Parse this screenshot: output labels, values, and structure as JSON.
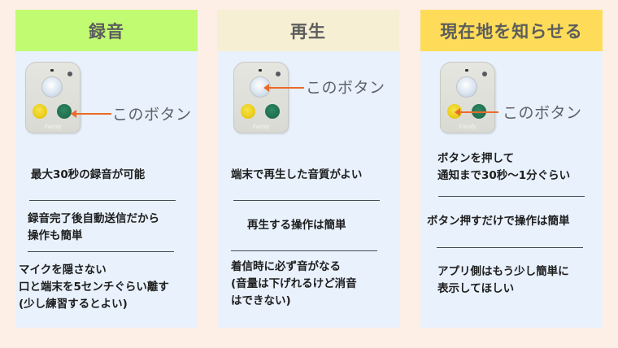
{
  "colors": {
    "page_background": "#fdeee6",
    "panel_body": "#e8f1fc",
    "arrow": "#ec6a2a",
    "header_text": "#5d5d5d"
  },
  "panels": [
    {
      "title": "録音",
      "header_color": "#c1fb72",
      "callout": "このボタン",
      "target_button": "green",
      "device_brand": "Family",
      "points": [
        {
          "lines": [
            "最大30秒の録音が可能"
          ]
        },
        {
          "lines": [
            "録音完了後自動送信だから",
            "操作も簡単"
          ]
        },
        {
          "lines": [
            "マイクを隠さない",
            "口と端末を5センチぐらい離す",
            "(少し練習するとよい)"
          ]
        }
      ]
    },
    {
      "title": "再生",
      "header_color": "#f6efd3",
      "callout": "このボタン",
      "target_button": "center",
      "device_brand": "Family",
      "points": [
        {
          "lines": [
            "端末で再生した音質がよい"
          ]
        },
        {
          "lines": [
            "再生する操作は簡単"
          ]
        },
        {
          "lines": [
            "着信時に必ず音がなる",
            "(音量は下げれるけど消音",
            "はできない)"
          ]
        }
      ]
    },
    {
      "title": "現在地を知らせる",
      "header_color": "#fedc59",
      "callout": "このボタン",
      "target_button": "yellow",
      "device_brand": "Family",
      "points": [
        {
          "lines": [
            "ボタンを押して",
            "通知まで30秒〜1分ぐらい"
          ]
        },
        {
          "lines": [
            "ボタン押すだけで操作は簡単"
          ]
        },
        {
          "lines": [
            "アプリ側はもう少し簡単に",
            "表示してほしい"
          ]
        }
      ]
    }
  ]
}
